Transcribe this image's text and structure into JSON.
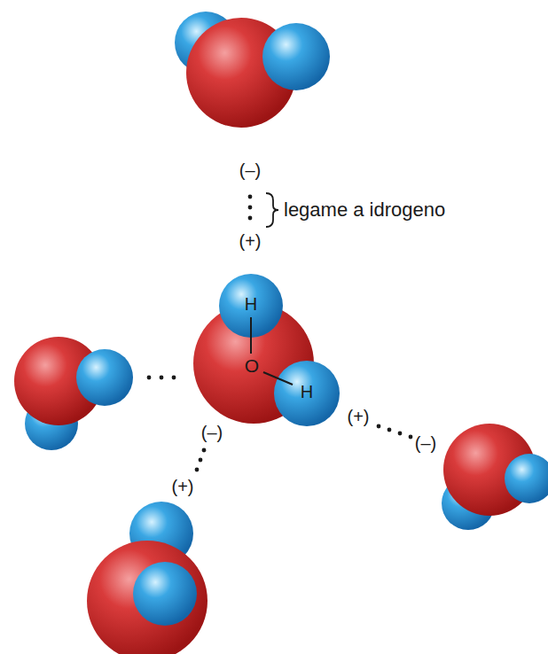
{
  "diagram": {
    "labels": [
      "(–)",
      "legame a idrogeno",
      "(+)",
      "H",
      "O",
      "H",
      "(–)",
      "(+)",
      "(–)",
      "(+)"
    ]
  }
}
